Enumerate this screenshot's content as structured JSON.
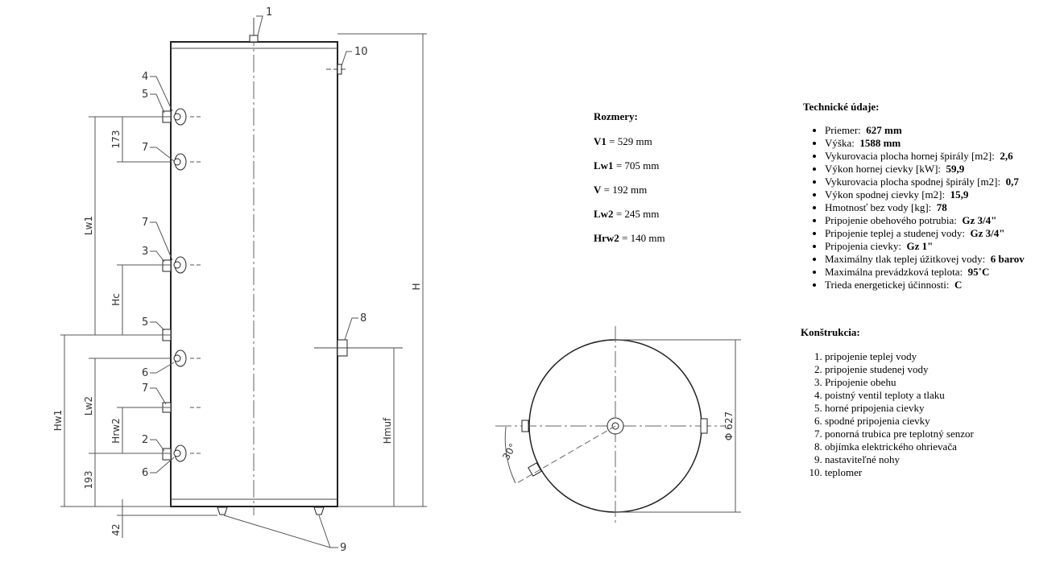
{
  "diagram": {
    "callouts": {
      "c1": "1",
      "c10": "10",
      "c4": "4",
      "c5a": "5",
      "c7a": "7",
      "c7b": "7",
      "c3": "3",
      "c5b": "5",
      "c6a": "6",
      "c7c": "7",
      "c2": "2",
      "c6b": "6",
      "c8": "8",
      "c9": "9"
    },
    "dimensions": {
      "d173": "173",
      "lw1": "Lw1",
      "hc": "Hc",
      "lw2": "Lw2",
      "hrw2": "Hrw2",
      "hw1": "Hw1",
      "d193": "193",
      "d42": "42",
      "hmuf": "Hmuf",
      "h": "H",
      "angle": "30°",
      "diameter": "Φ 627"
    }
  },
  "rozmery": {
    "title": "Rozmery:",
    "items": [
      {
        "label": "V1",
        "value": "= 529 mm"
      },
      {
        "label": "Lw1",
        "value": "= 705 mm"
      },
      {
        "label": "V",
        "value": "= 192 mm"
      },
      {
        "label": "Lw2",
        "value": "= 245 mm"
      },
      {
        "label": "Hrw2",
        "value": "= 140 mm"
      }
    ]
  },
  "technicke": {
    "title": "Technické údaje:",
    "items": [
      {
        "label": "Priemer:",
        "value": "627 mm"
      },
      {
        "label": "Výška:",
        "value": "1588 mm"
      },
      {
        "label": "Vykurovacia plocha hornej špirály [m2]:",
        "value": "2,6"
      },
      {
        "label": "Výkon hornej cievky [kW]:",
        "value": "59,9"
      },
      {
        "label": "Vykurovacia plocha spodnej špirály [m2]:",
        "value": "0,7"
      },
      {
        "label": "Výkon spodnej cievky [m2]:",
        "value": "15,9"
      },
      {
        "label": "Hmotnosť bez vody [kg]:",
        "value": "78"
      },
      {
        "label": "Pripojenie obehového potrubia:",
        "value": "Gz 3/4\""
      },
      {
        "label": "Pripojenie teplej a studenej vody:",
        "value": "Gz 3/4\""
      },
      {
        "label": "Pripojenia cievky:",
        "value": "Gz 1\""
      },
      {
        "label": "Maximálny tlak teplej úžitkovej vody:",
        "value": "6 barov"
      },
      {
        "label": "Maximálna prevádzková teplota:",
        "value": "95˚C"
      },
      {
        "label": "Trieda energetickej účinnosti:",
        "value": "C"
      }
    ]
  },
  "konstrukcia": {
    "title": "Konštrukcia:",
    "items": [
      "pripojenie teplej vody",
      "pripojenie studenej vody",
      "Pripojenie obehu",
      "poistný ventil teploty a tlaku",
      "horné pripojenia cievky",
      "spodné pripojenia cievky",
      "ponorná trubica pre teplotný senzor",
      "objímka elektrického ohrievača",
      "nastaviteľné nohy",
      "teplomer"
    ]
  }
}
